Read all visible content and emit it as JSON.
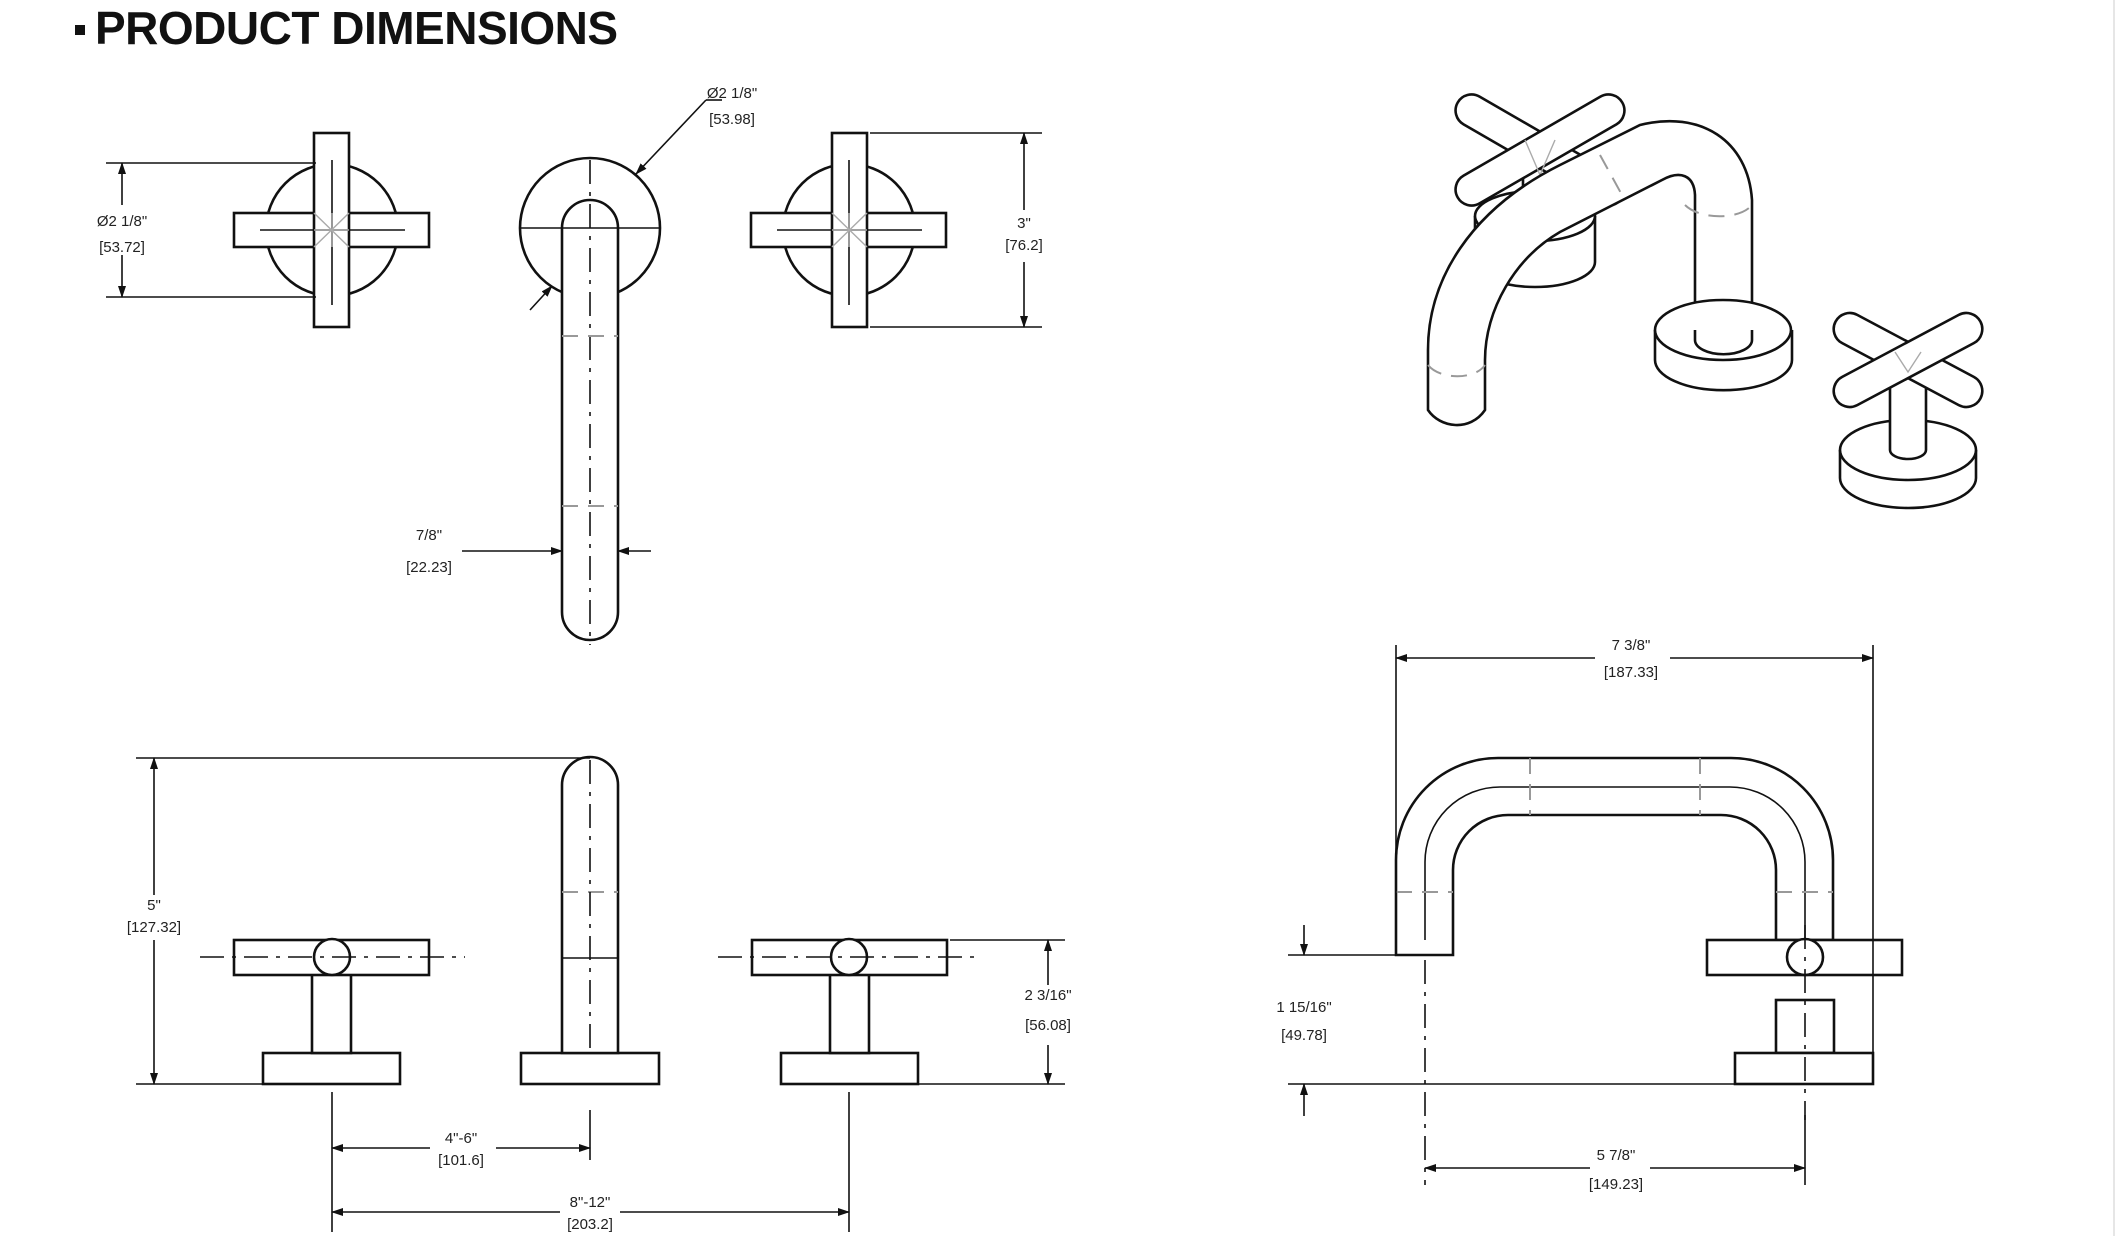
{
  "header": {
    "title": "PRODUCT DIMENSIONS"
  },
  "dimensions": {
    "handle_dia": {
      "imperial": "Ø2 1/8\"",
      "metric": "[53.72]"
    },
    "spout_dia": {
      "imperial": "Ø2 1/8\"",
      "metric": "[53.98]"
    },
    "handle_span": {
      "imperial": "3\"",
      "metric": "[76.2]"
    },
    "spout_width": {
      "imperial": "7/8\"",
      "metric": "[22.23]"
    },
    "overall_height": {
      "imperial": "5\"",
      "metric": "[127.32]"
    },
    "handle_height": {
      "imperial": "2 3/16\"",
      "metric": "[56.08]"
    },
    "center_to_handle": {
      "imperial": "4\"-6\"",
      "metric": "[101.6]"
    },
    "spread": {
      "imperial": "8\"-12\"",
      "metric": "[203.2]"
    },
    "spout_reach": {
      "imperial": "7 3/8\"",
      "metric": "[187.33]"
    },
    "spout_clearance": {
      "imperial": "1 15/16\"",
      "metric": "[49.78]"
    },
    "spout_projection": {
      "imperial": "5 7/8\"",
      "metric": "[149.23]"
    }
  }
}
